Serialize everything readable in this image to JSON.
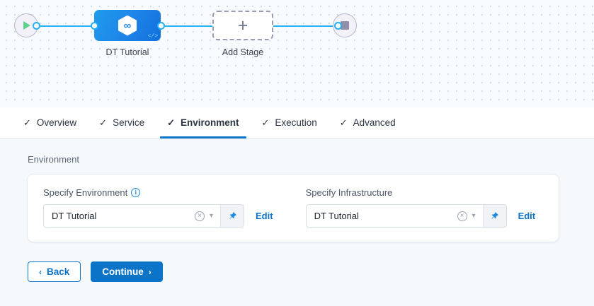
{
  "pipeline": {
    "start_node": {
      "icon": "play-icon",
      "name": "start-node"
    },
    "end_node": {
      "icon": "stop-icon",
      "name": "end-node"
    },
    "stage": {
      "label": "DT Tutorial",
      "icon": "hexagon-link-icon",
      "badge_icon": "code-tag-icon",
      "badge_text": "</>"
    },
    "add_stage": {
      "label": "Add Stage",
      "icon": "plus-icon",
      "plus": "+"
    }
  },
  "tabs": [
    {
      "label": "Overview",
      "check": "✓",
      "active": false
    },
    {
      "label": "Service",
      "check": "✓",
      "active": false
    },
    {
      "label": "Environment",
      "check": "✓",
      "active": true
    },
    {
      "label": "Execution",
      "check": "✓",
      "active": false
    },
    {
      "label": "Advanced",
      "check": "✓",
      "active": false
    }
  ],
  "main": {
    "section_title": "Environment",
    "fields": [
      {
        "label": "Specify Environment",
        "has_info_icon": true,
        "info_glyph": "i",
        "value": "DT Tutorial",
        "clear_glyph": "×",
        "chevron_glyph": "⌄",
        "pin_icon": "pin-icon",
        "edit_label": "Edit"
      },
      {
        "label": "Specify Infrastructure",
        "has_info_icon": false,
        "info_glyph": "",
        "value": "DT Tutorial",
        "clear_glyph": "×",
        "chevron_glyph": "⌄",
        "pin_icon": "pin-icon",
        "edit_label": "Edit"
      }
    ]
  },
  "footer": {
    "back_label": "Back",
    "back_arrow": "‹",
    "continue_label": "Continue",
    "continue_arrow": "›"
  },
  "colors": {
    "accent_blue": "#0b73c8",
    "wire_blue": "#23b0f5",
    "node_blue": "#1f86e8",
    "canvas_bg": "#f7fbfe",
    "content_bg": "#f6f9fc"
  }
}
